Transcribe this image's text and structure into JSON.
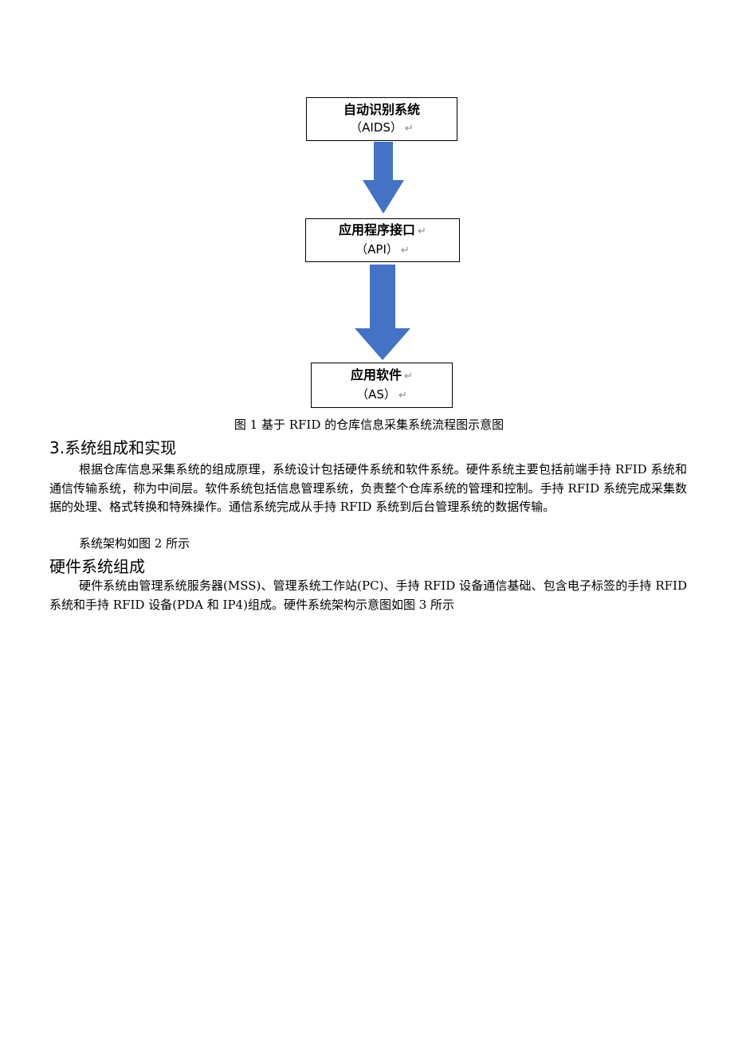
{
  "flowchart": {
    "box1": {
      "title": "自动识别系统",
      "sub": "（AIDS）",
      "return_mark": "↵"
    },
    "box2": {
      "title": "应用程序接口",
      "sub": "（API）",
      "return_mark": "↵"
    },
    "box3": {
      "title": "应用软件",
      "sub": "（AS）",
      "return_mark": "↵"
    },
    "arrow_color": "#4472c4"
  },
  "figure_caption": "图 1 基于 RFID 的仓库信息采集系统流程图示意图",
  "section": {
    "heading": "3.系统组成和实现",
    "para1": "根据仓库信息采集系统的组成原理，系统设计包括硬件系统和软件系统。硬件系统主要包括前端手持 RFID 系统和通信传输系统，称为中间层。软件系统包括信息管理系统，负责整个仓库系统的管理和控制。手持 RFID 系统完成采集数据的处理、格式转换和特殊操作。通信系统完成从手持 RFID 系统到后台管理系统的数据传输。",
    "para2": "系统架构如图 2 所示"
  },
  "subsection": {
    "heading": "硬件系统组成",
    "para": "硬件系统由管理系统服务器(MSS)、管理系统工作站(PC)、手持 RFID 设备通信基础、包含电子标签的手持 RFID 系统和手持 RFID 设备(PDA 和 IP4)组成。硬件系统架构示意图如图 3 所示"
  }
}
